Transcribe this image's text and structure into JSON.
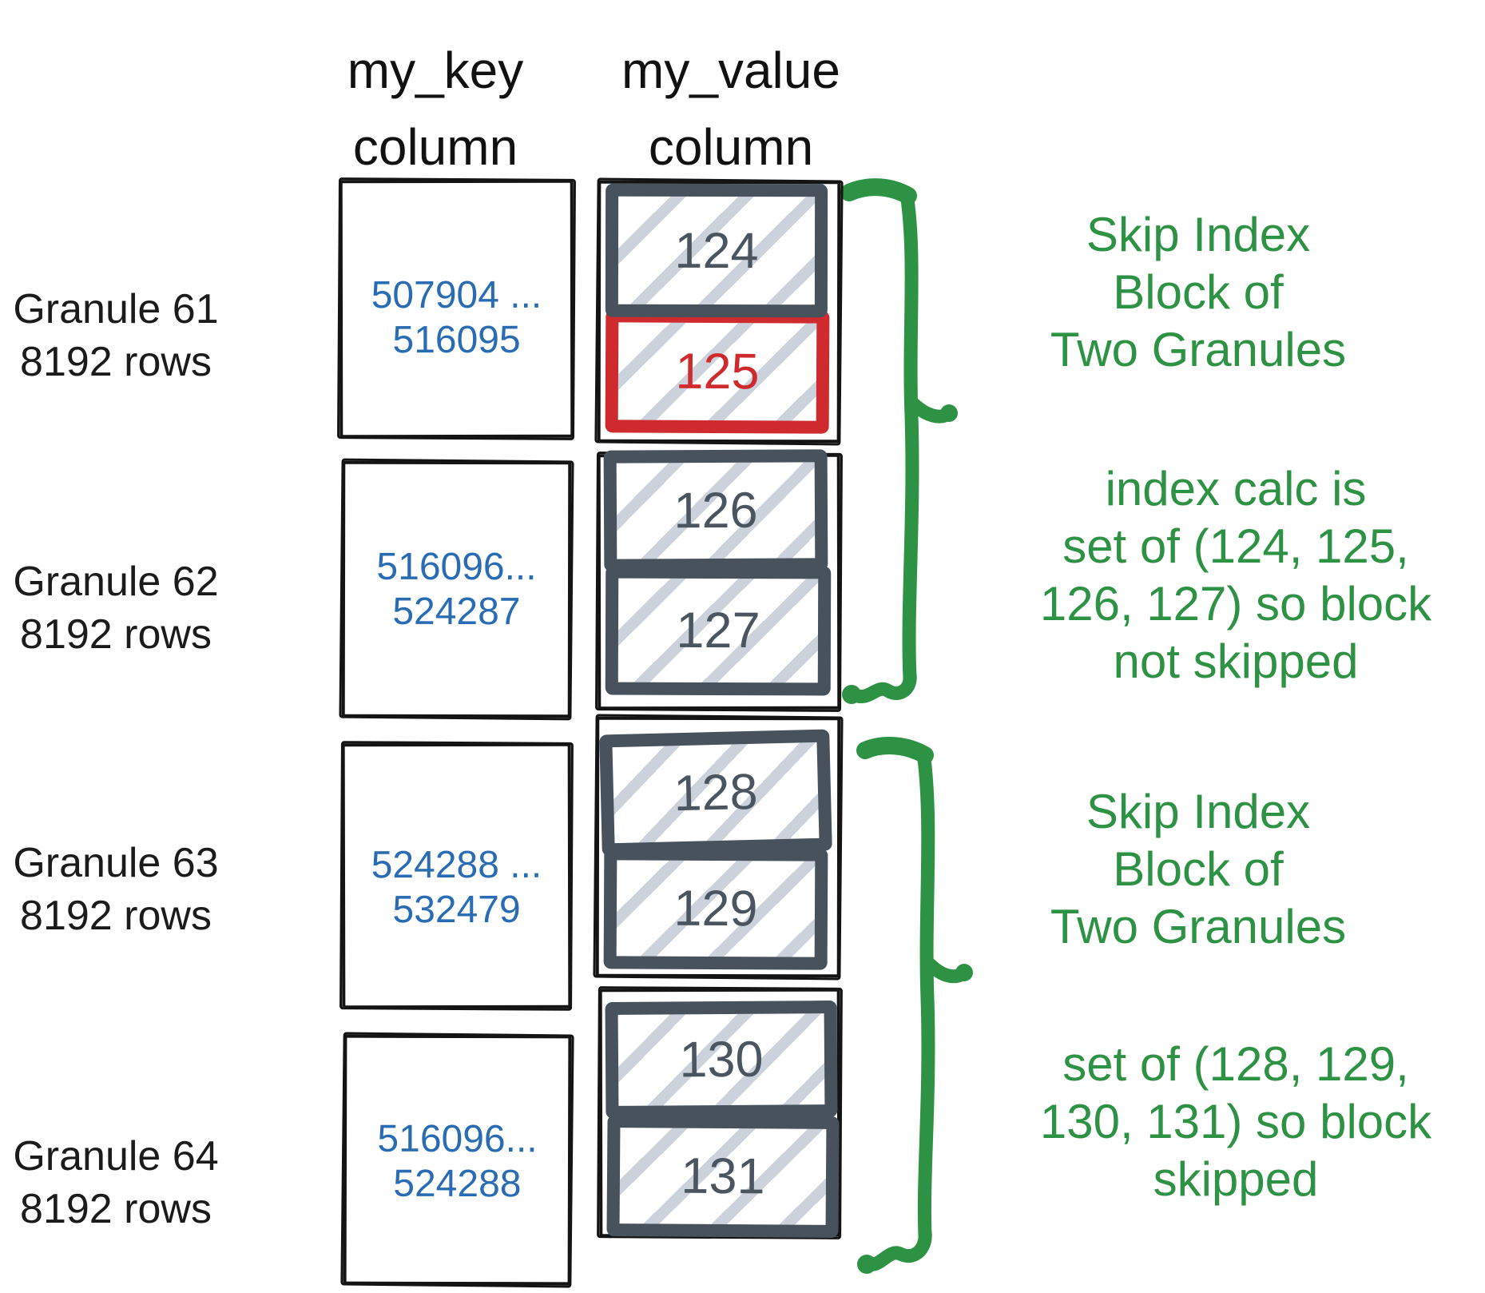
{
  "headers": {
    "key": [
      "my_key",
      "column"
    ],
    "value": [
      "my_value",
      "column"
    ]
  },
  "granules": [
    {
      "name": "Granule 61",
      "rows": "8192 rows",
      "key_range": [
        "507904 ...",
        "516095"
      ],
      "blocks": [
        {
          "value": "124",
          "highlighted": false
        },
        {
          "value": "125",
          "highlighted": true
        }
      ]
    },
    {
      "name": "Granule 62",
      "rows": "8192 rows",
      "key_range": [
        "516096...",
        "524287"
      ],
      "blocks": [
        {
          "value": "126",
          "highlighted": false
        },
        {
          "value": "127",
          "highlighted": false
        }
      ]
    },
    {
      "name": "Granule 63",
      "rows": "8192 rows",
      "key_range": [
        "524288 ...",
        "532479"
      ],
      "blocks": [
        {
          "value": "128",
          "highlighted": false
        },
        {
          "value": "129",
          "highlighted": false
        }
      ]
    },
    {
      "name": "Granule 64",
      "rows": "8192 rows",
      "key_range": [
        "516096...",
        "524288"
      ],
      "blocks": [
        {
          "value": "130",
          "highlighted": false
        },
        {
          "value": "131",
          "highlighted": false
        }
      ]
    }
  ],
  "annotations": [
    {
      "id": "skip-index-block-1",
      "lines": [
        "Skip Index",
        "Block of",
        "Two Granules"
      ]
    },
    {
      "id": "index-calc-not-skipped",
      "lines": [
        "index calc is",
        "set of (124, 125,",
        "126, 127) so block",
        "not skipped"
      ]
    },
    {
      "id": "skip-index-block-2",
      "lines": [
        "Skip Index",
        "Block of",
        "Two Granules"
      ]
    },
    {
      "id": "index-calc-skipped",
      "lines": [
        "set of (128, 129,",
        "130, 131) so block",
        "skipped"
      ]
    }
  ],
  "colors": {
    "key_text": "#2a6cb4",
    "annotation_green": "#2e9245",
    "highlight_red": "#cf2a2d",
    "block_border": "#47525d",
    "hatch": "#cbd2dc",
    "sketch_black": "#141414"
  }
}
